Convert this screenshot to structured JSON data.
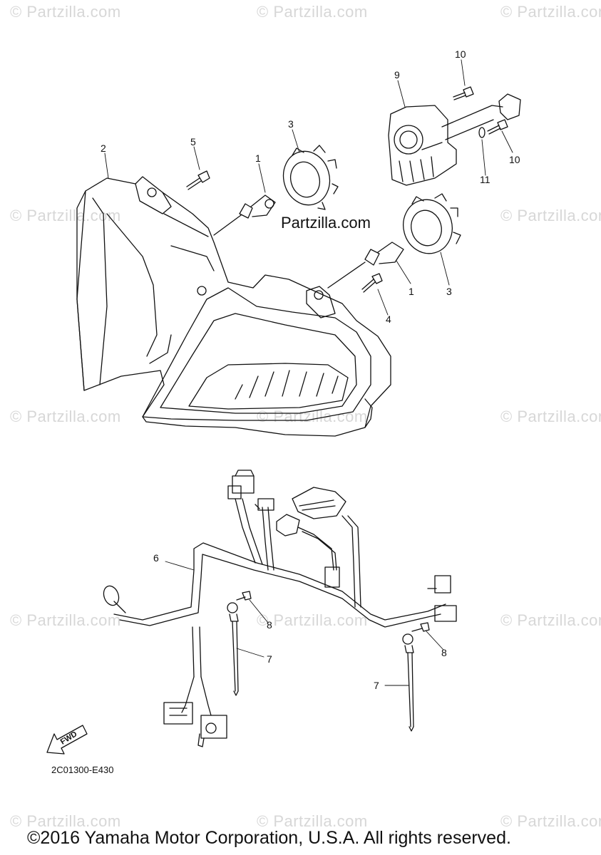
{
  "watermark_text": "© Partzilla.com",
  "site_mark": "Partzilla.com",
  "callouts": [
    "1",
    "2",
    "3",
    "4",
    "5",
    "6",
    "7",
    "8",
    "9",
    "10",
    "11"
  ],
  "fwd_label": "FWD",
  "part_code": "2C01300-E430",
  "copyright": "©2016 Yamaha Motor Corporation, U.S.A. All rights reserved."
}
